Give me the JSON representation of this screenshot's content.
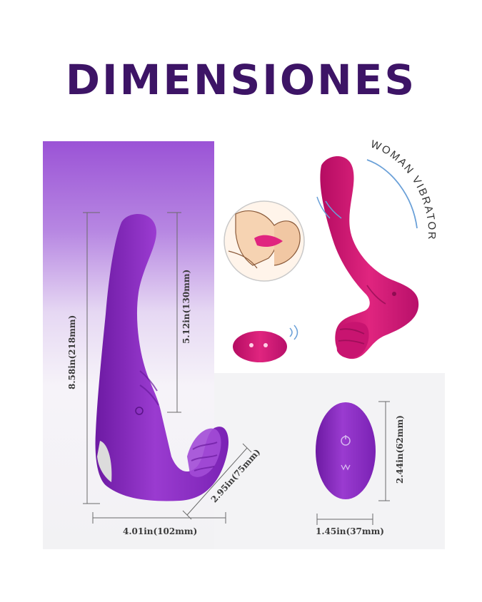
{
  "title": "DIMENSIONES",
  "dimensions": {
    "total_length": "8.58in(218mm)",
    "shaft_length": "5.12in(130mm)",
    "base_depth": "2.95in(75mm)",
    "width": "4.01in(102mm)",
    "remote_height": "2.44in(62mm)",
    "remote_width": "1.45in(37mm)"
  },
  "badge_text": "WOMAN VIBRATOR",
  "colors": {
    "title": "#3d1466",
    "product_purple": "#8f2fc4",
    "product_magenta": "#d8157a",
    "panel_gradient_top": "#9b53d6"
  }
}
